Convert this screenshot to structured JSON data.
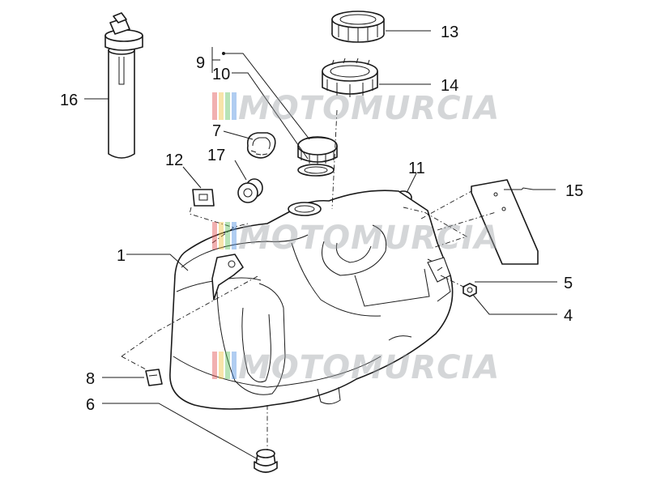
{
  "diagram": {
    "watermark": "MOTOMURCIA",
    "watermark_colors": [
      "#e05050",
      "#f0c040",
      "#60c060",
      "#5090e0"
    ],
    "callouts": [
      "1",
      "4",
      "5",
      "6",
      "7",
      "8",
      "9",
      "10",
      "11",
      "12",
      "13",
      "14",
      "15",
      "16",
      "17"
    ]
  }
}
